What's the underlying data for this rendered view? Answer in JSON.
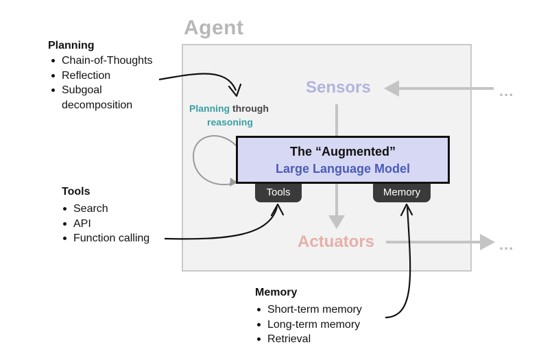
{
  "agent": {
    "title": "Agent"
  },
  "sensors": {
    "label": "Sensors",
    "ellipsis": "..."
  },
  "actuators": {
    "label": "Actuators",
    "ellipsis": "..."
  },
  "llm": {
    "line1": "The “Augmented”",
    "line2": "Large Language Model",
    "tools_tab": "Tools",
    "memory_tab": "Memory"
  },
  "planning_through_reasoning": {
    "word1": "Planning",
    "word2": "through",
    "word3": "reasoning"
  },
  "planning": {
    "title": "Planning",
    "items": [
      "Chain-of-Thoughts",
      "Reflection",
      "Subgoal",
      "decomposition"
    ]
  },
  "tools": {
    "title": "Tools",
    "items": [
      "Search",
      "API",
      "Function calling"
    ]
  },
  "memory": {
    "title": "Memory",
    "items": [
      "Short-term memory",
      "Long-term memory",
      "Retrieval"
    ]
  },
  "colors": {
    "frame_bg": "#f2f2f2",
    "frame_border": "#c9c9c9",
    "llm_bg": "#d7d9f4",
    "llm_accent": "#4b5bb7",
    "sensors": "#b1b4dc",
    "actuators": "#e5b0a9",
    "teal": "#3aa0a4",
    "arrow_gray": "#c4c4c4"
  }
}
